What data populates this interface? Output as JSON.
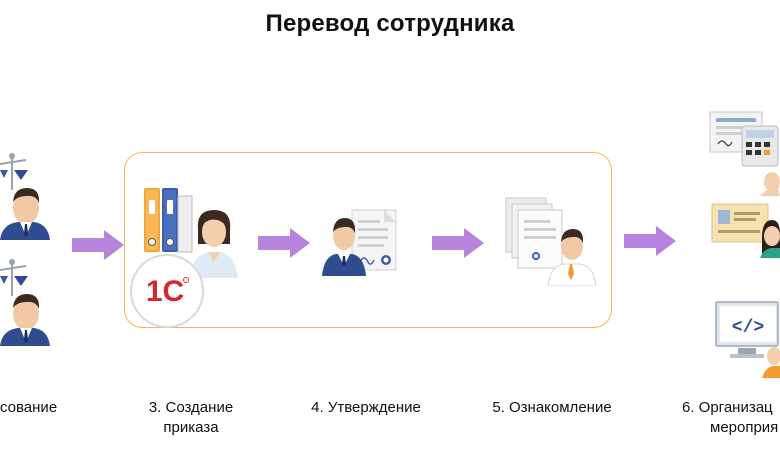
{
  "title": "Перевод сотрудника",
  "colors": {
    "arrow": "#b784dd",
    "frame": "#f3b65a",
    "logo_red": "#d8262d"
  },
  "logo_text": "1С",
  "steps": [
    {
      "label": "сование",
      "icon": "approval-scales-people-icon"
    },
    {
      "label_line1": "3. Создание",
      "label_line2": "приказа",
      "icon": "folders-and-person-icon"
    },
    {
      "label": "4. Утверждение",
      "icon": "manager-with-document-icon"
    },
    {
      "label": "5. Ознакомление",
      "icon": "documents-and-person-icon"
    },
    {
      "label_line1": "6. Организац",
      "label_line2": "мероприя",
      "icon": "events-icon"
    }
  ]
}
